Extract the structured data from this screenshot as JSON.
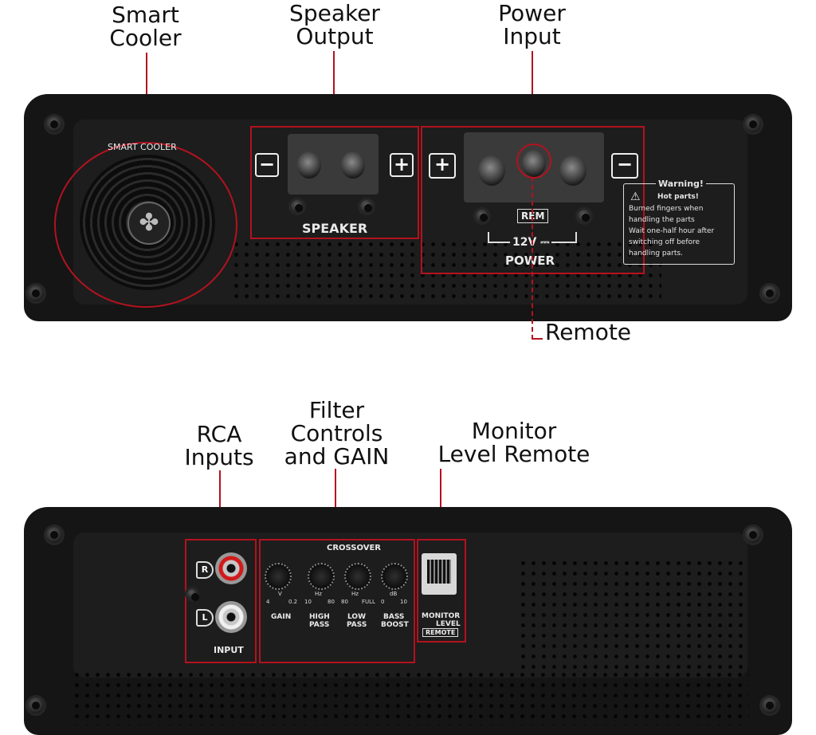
{
  "top_callouts": {
    "smart_cooler": [
      "Smart",
      "Cooler"
    ],
    "speaker_output": [
      "Speaker",
      "Output"
    ],
    "power_input": [
      "Power",
      "Input"
    ],
    "remote": "Remote"
  },
  "top_panel": {
    "smart_cooler_label": "SMART COOLER",
    "speaker_label": "SPEAKER",
    "minus": "−",
    "plus": "+",
    "rem_label": "REM",
    "power_voltage": "12V",
    "power_label": "POWER",
    "warning": {
      "title": "Warning!",
      "subtitle": "Hot parts!",
      "lines": [
        "Burned fingers when",
        "handling the parts",
        "Wait one-half hour after",
        "switching off before",
        "handling parts."
      ]
    }
  },
  "bottom_callouts": {
    "rca_inputs": [
      "RCA",
      "Inputs"
    ],
    "filter_controls": [
      "Filter",
      "Controls",
      "and GAIN"
    ],
    "monitor_level": [
      "Monitor",
      "Level Remote"
    ]
  },
  "bottom_panel": {
    "rca_r": "R",
    "rca_l": "L",
    "input_label": "INPUT",
    "crossover_label": "CROSSOVER",
    "knobs": [
      {
        "unit": "V",
        "min": "4",
        "max": "0.2",
        "name": [
          "GAIN"
        ]
      },
      {
        "unit": "Hz",
        "min": "10",
        "max": "80",
        "name": [
          "HIGH",
          "PASS"
        ]
      },
      {
        "unit": "Hz",
        "min": "80",
        "max": "FULL",
        "name": [
          "LOW",
          "PASS"
        ]
      },
      {
        "unit": "dB",
        "min": "0",
        "max": "10",
        "name": [
          "BASS",
          "BOOST"
        ]
      }
    ],
    "monitor_level": [
      "MONITOR",
      "LEVEL"
    ],
    "remote_tag": "REMOTE"
  },
  "colors": {
    "accent_red": "#b3121f",
    "panel": "#151515"
  }
}
